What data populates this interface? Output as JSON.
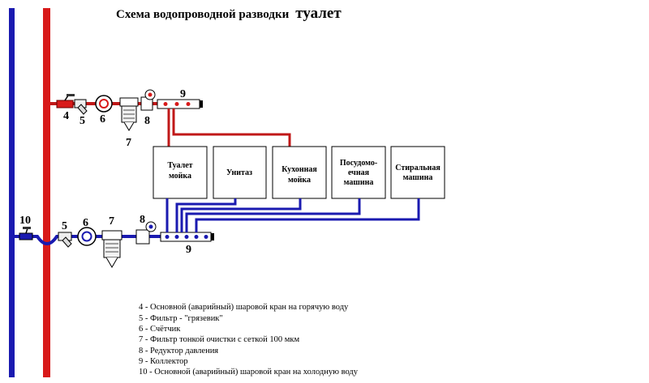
{
  "title": {
    "prefix": "Схема водопроводной разводки",
    "emphasis": "туалет"
  },
  "colors": {
    "hot_pipe": "#c01818",
    "cold_pipe": "#1a1ab0",
    "background": "#ffffff",
    "text": "#000000"
  },
  "hot_line": {
    "labels": {
      "valve": "4",
      "filter": "5",
      "meter": "6",
      "fine_filter": "7",
      "reducer": "8",
      "manifold": "9"
    }
  },
  "cold_line": {
    "labels": {
      "main_valve": "10",
      "filter": "5",
      "meter": "6",
      "fine_filter": "7",
      "reducer": "8",
      "manifold": "9"
    }
  },
  "fixtures": [
    {
      "id": "toilet-sink",
      "line1": "Туалет",
      "line2": "мойка",
      "line3": ""
    },
    {
      "id": "toilet-bowl",
      "line1": "Унитаз",
      "line2": "",
      "line3": ""
    },
    {
      "id": "kitchen-sink",
      "line1": "Кухонная",
      "line2": "мойка",
      "line3": ""
    },
    {
      "id": "dishwasher",
      "line1": "Посудомо-",
      "line2": "ечная",
      "line3": "машина"
    },
    {
      "id": "washing-machine",
      "line1": "Стиральная",
      "line2": "машина",
      "line3": ""
    }
  ],
  "legend": [
    "4 - Основной (аварийный) шаровой кран на горячую воду",
    "5 - Фильтр - \"грязевик\"",
    "6 - Счётчик",
    "7 - Фильтр тонкой очистки с сеткой 100 мкм",
    "8 - Редуктор давления",
    "9 - Коллектор",
    "10 - Основной (аварийный) шаровой кран на холодную воду"
  ]
}
